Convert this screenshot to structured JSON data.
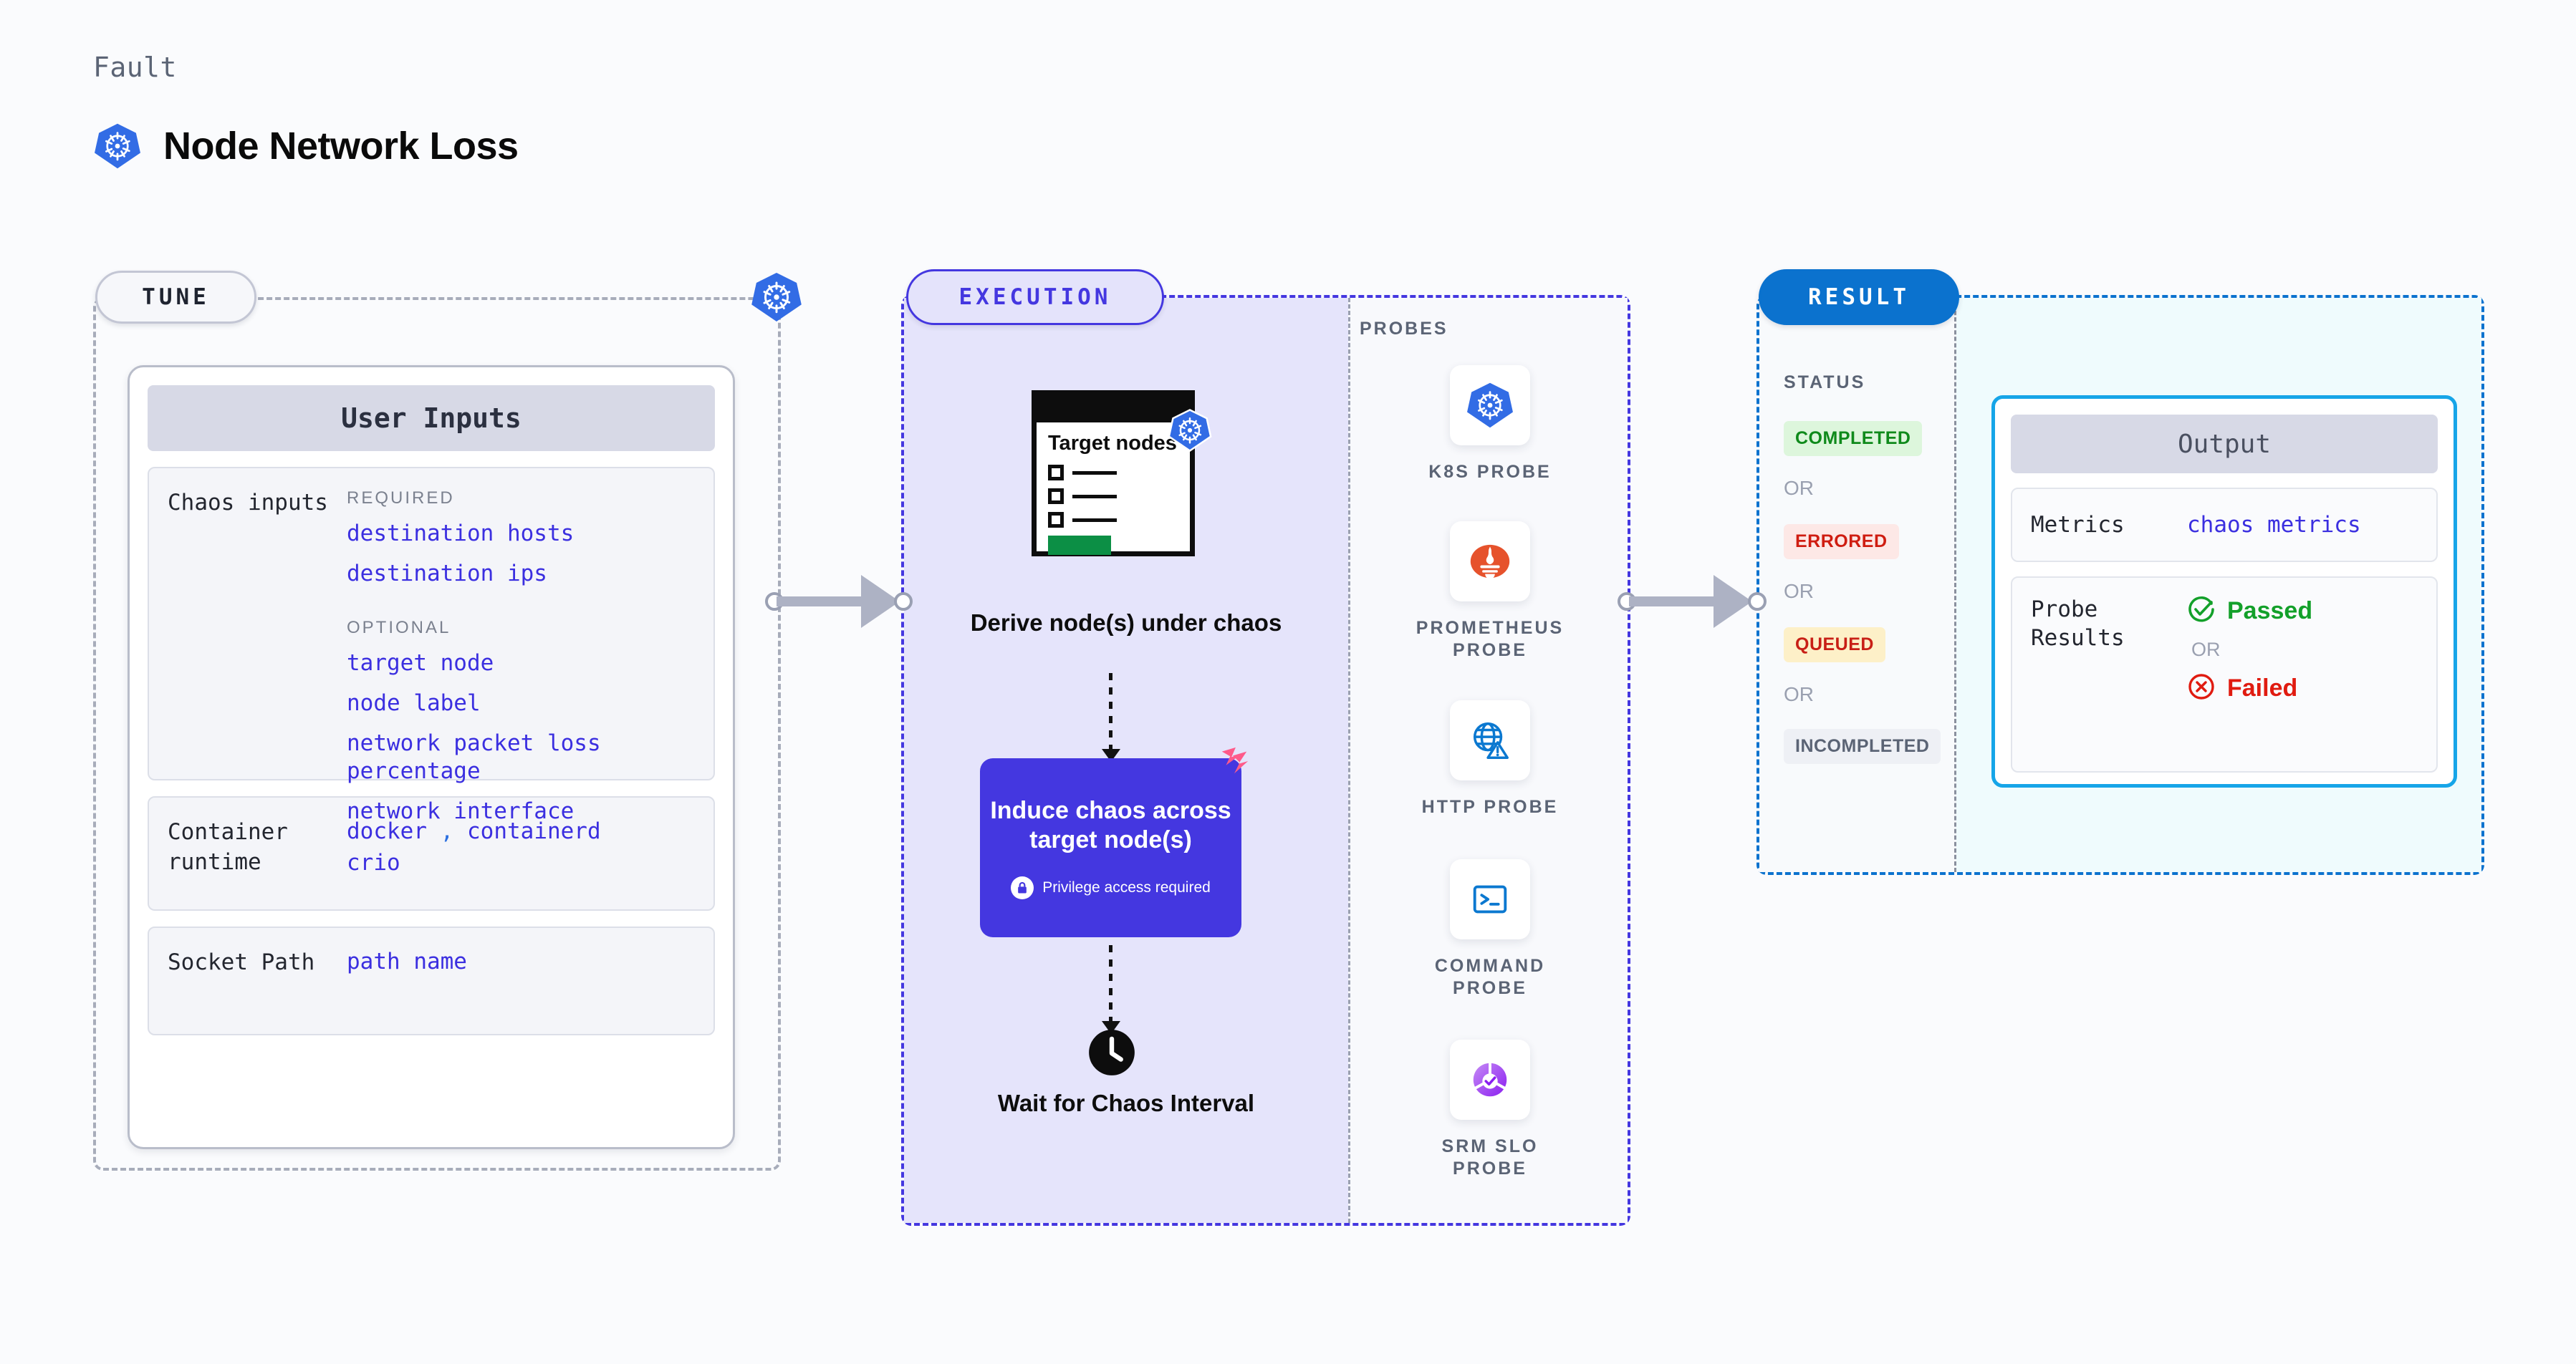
{
  "header": {
    "eyebrow": "Fault",
    "title": "Node Network Loss",
    "icon": "kubernetes-icon"
  },
  "stages": {
    "tune": {
      "chip_label": "TUNE",
      "badge_icon": "kubernetes-icon"
    },
    "execution": {
      "chip_label": "EXECUTION"
    },
    "result": {
      "chip_label": "RESULT"
    }
  },
  "tune": {
    "panel_title": "User Inputs",
    "rows": [
      {
        "label": "Chaos inputs",
        "required_tag": "REQUIRED",
        "required_values": [
          "destination hosts",
          "destination ips"
        ],
        "optional_tag": "OPTIONAL",
        "optional_values": [
          "target node",
          "node label",
          "network packet loss percentage",
          "network interface"
        ]
      },
      {
        "label": "Container runtime",
        "values_line1": [
          "docker",
          "containerd"
        ],
        "separator": ",",
        "values_line2": [
          "crio"
        ]
      },
      {
        "label": "Socket Path",
        "values": [
          "path name"
        ]
      }
    ]
  },
  "execution": {
    "step1": {
      "card_title": "Target nodes",
      "caption": "Derive node(s) under chaos",
      "icon": "kubernetes-icon"
    },
    "step2": {
      "title": "Induce chaos across target node(s)",
      "privilege_note": "Privilege access required",
      "privilege_icon": "lock-icon",
      "corner_icon": "harness-chaos-icon"
    },
    "step3": {
      "caption": "Wait for Chaos Interval",
      "icon": "clock-icon"
    },
    "probes_title": "PROBES",
    "probes": [
      {
        "label": "K8S PROBE",
        "icon": "kubernetes-icon"
      },
      {
        "label": "PROMETHEUS PROBE",
        "icon": "prometheus-icon"
      },
      {
        "label": "HTTP PROBE",
        "icon": "globe-warning-icon"
      },
      {
        "label": "COMMAND PROBE",
        "icon": "terminal-icon"
      },
      {
        "label": "SRM SLO PROBE",
        "icon": "srm-slo-icon"
      }
    ]
  },
  "result": {
    "status_title": "STATUS",
    "or_label": "OR",
    "statuses": [
      {
        "label": "COMPLETED",
        "bg": "#ddf6dc",
        "fg": "#0f8a1b"
      },
      {
        "label": "ERRORED",
        "bg": "#fde8e6",
        "fg": "#cf1d11"
      },
      {
        "label": "QUEUED",
        "bg": "#fdf0c8",
        "fg": "#c81f16"
      },
      {
        "label": "INCOMPLETED",
        "bg": "#eef0f5",
        "fg": "#5b6475"
      }
    ],
    "output": {
      "panel_title": "Output",
      "metrics_label": "Metrics",
      "metrics_value": "chaos metrics",
      "probe_results_label": "Probe Results",
      "passed_label": "Passed",
      "failed_label": "Failed",
      "or_label": "OR",
      "passed_icon": "check-circle-icon",
      "failed_icon": "x-circle-icon"
    }
  },
  "colors": {
    "accent_purple": "#4437e0",
    "accent_blue": "#0b72ce",
    "accent_cyan": "#16a5e8",
    "code_blue": "#3b2fe0",
    "k8s_blue": "#326ce5",
    "pass_green": "#13a02a",
    "fail_red": "#e01b10",
    "page_bg": "#fafbfd"
  }
}
